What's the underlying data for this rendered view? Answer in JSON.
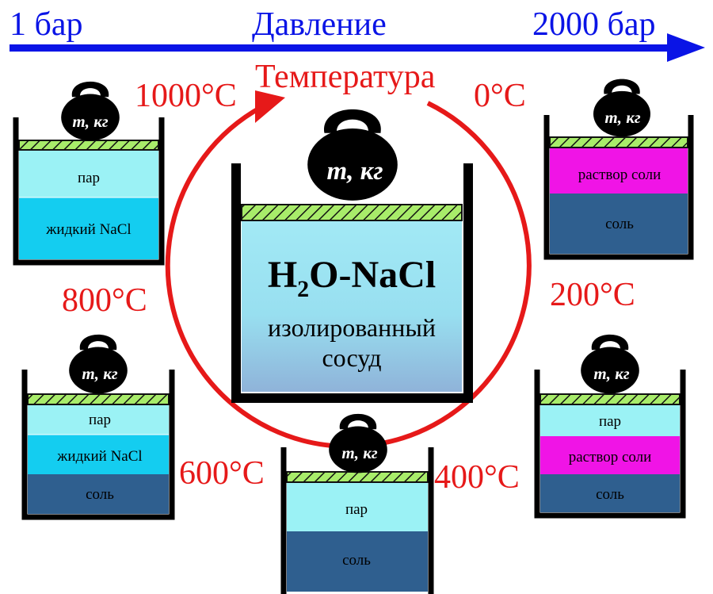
{
  "pressure": {
    "low_label": "1 бар",
    "title": "Давление",
    "high_label": "2000 бар"
  },
  "temperature_title": "Температура",
  "temperatures": {
    "t1000": "1000°C",
    "t0": "0°C",
    "t800": "800°C",
    "t200": "200°C",
    "t600": "600°C",
    "t400": "400°C"
  },
  "weight_label": "m, кг",
  "center_vessel": {
    "formula": "H2O-NaCl",
    "desc_line1": "изолированный",
    "desc_line2": "сосуд"
  },
  "vessels": {
    "v1000": {
      "layer1": "пар",
      "layer2": "жидкий NaCl"
    },
    "v0": {
      "layer1": "раствор соли",
      "layer2": "соль"
    },
    "v800": {
      "layer1": "пар",
      "layer2": "жидкий NaCl",
      "layer3": "соль"
    },
    "v200": {
      "layer1": "пар",
      "layer2": "раствор соли",
      "layer3": "соль"
    },
    "v600_400": {
      "layer1": "пар",
      "layer2": "соль"
    }
  },
  "colors": {
    "pressure_arrow": "#0a14e6",
    "temperature": "#e61919",
    "vapor": "#9bf2f5",
    "liquid_nacl": "#14cdf0",
    "salt": "#2f5f8f",
    "salt_solution": "#f014e6",
    "piston": "#a8ec6a"
  }
}
